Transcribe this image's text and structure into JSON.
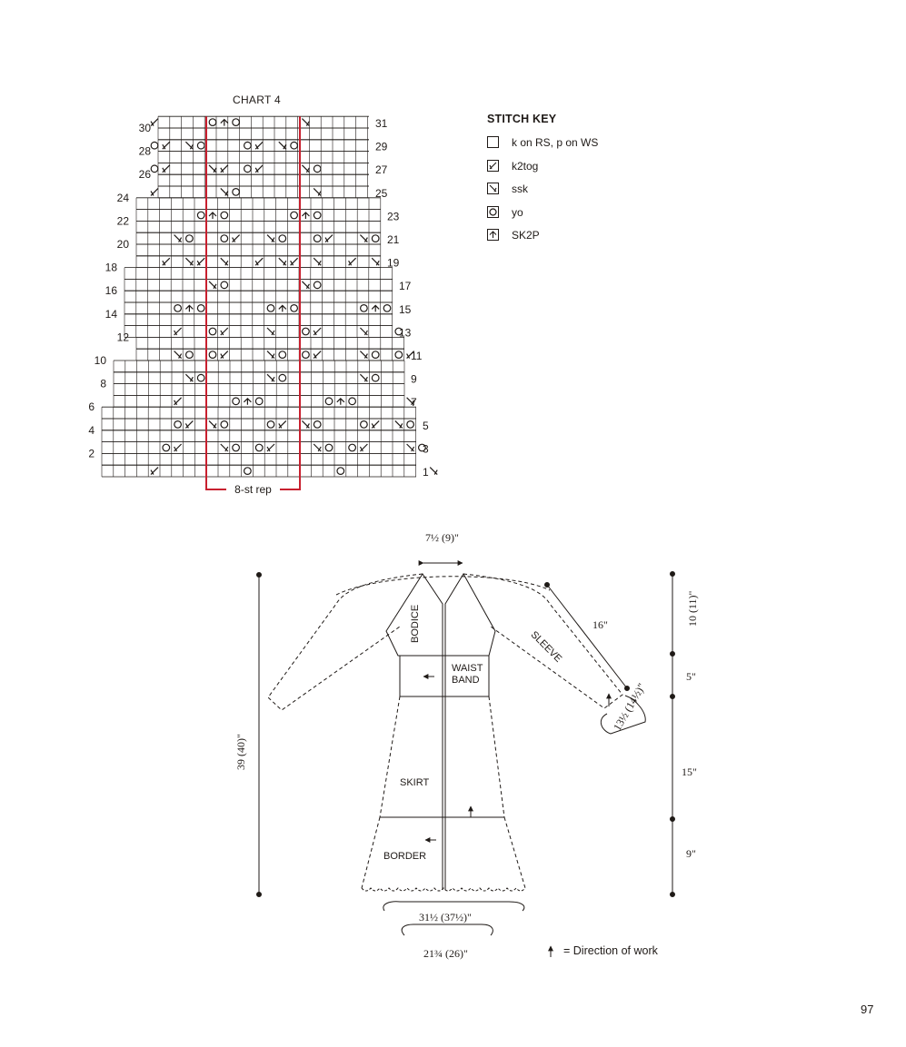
{
  "chart": {
    "title": "CHART 4",
    "repeat_label": "8-st rep",
    "rows": [
      {
        "n": 1,
        "side": "right",
        "cells": "                                    "
      },
      {
        "n": 2,
        "side": "left",
        "cells": "                                    "
      },
      {
        "n": 3,
        "side": "right",
        "cells": "                                    "
      },
      {
        "n": 4,
        "side": "left",
        "cells": "                                    "
      },
      {
        "n": 5,
        "side": "right",
        "cells": "                                    "
      },
      {
        "n": 6,
        "side": "left",
        "cells": "                                    "
      },
      {
        "n": 7,
        "side": "right",
        "cells": "                                    "
      },
      {
        "n": 8,
        "side": "left",
        "cells": "                                    "
      },
      {
        "n": 9,
        "side": "right",
        "cells": "                                    "
      },
      {
        "n": 10,
        "side": "left",
        "cells": "                                    "
      },
      {
        "n": 11,
        "side": "right",
        "cells": "                                    "
      },
      {
        "n": 12,
        "side": "left",
        "cells": "                                    "
      },
      {
        "n": 13,
        "side": "right",
        "cells": "                                    "
      },
      {
        "n": 14,
        "side": "left",
        "cells": "                                    "
      },
      {
        "n": 15,
        "side": "right",
        "cells": "                                    "
      },
      {
        "n": 16,
        "side": "left",
        "cells": "                                    "
      },
      {
        "n": 17,
        "side": "right",
        "cells": "                                    "
      },
      {
        "n": 18,
        "side": "left",
        "cells": "                                    "
      },
      {
        "n": 19,
        "side": "right",
        "cells": "                                    "
      },
      {
        "n": 20,
        "side": "left",
        "cells": "                                    "
      },
      {
        "n": 21,
        "side": "right",
        "cells": "                                    "
      },
      {
        "n": 22,
        "side": "left",
        "cells": "                                    "
      },
      {
        "n": 23,
        "side": "right",
        "cells": "                                    "
      },
      {
        "n": 24,
        "side": "left",
        "cells": "                                    "
      },
      {
        "n": 25,
        "side": "right",
        "cells": "                                    "
      },
      {
        "n": 26,
        "side": "left",
        "cells": "                                    "
      },
      {
        "n": 27,
        "side": "right",
        "cells": "                                    "
      },
      {
        "n": 28,
        "side": "left",
        "cells": "                                    "
      },
      {
        "n": 29,
        "side": "right",
        "cells": "                                    "
      },
      {
        "n": 30,
        "side": "left",
        "cells": "                                    "
      },
      {
        "n": 31,
        "side": "right",
        "cells": "                                    "
      }
    ],
    "symbols": [
      {
        "row": 1,
        "col": 2,
        "s": "k2tog"
      },
      {
        "row": 1,
        "col": 10,
        "s": "yo"
      },
      {
        "row": 1,
        "col": 18,
        "s": "yo"
      },
      {
        "row": 1,
        "col": 26,
        "s": "ssk"
      },
      {
        "row": 3,
        "col": 3,
        "s": "yo"
      },
      {
        "row": 3,
        "col": 4,
        "s": "k2tog"
      },
      {
        "row": 3,
        "col": 8,
        "s": "ssk"
      },
      {
        "row": 3,
        "col": 9,
        "s": "yo"
      },
      {
        "row": 3,
        "col": 11,
        "s": "yo"
      },
      {
        "row": 3,
        "col": 12,
        "s": "k2tog"
      },
      {
        "row": 3,
        "col": 16,
        "s": "ssk"
      },
      {
        "row": 3,
        "col": 17,
        "s": "yo"
      },
      {
        "row": 3,
        "col": 19,
        "s": "yo"
      },
      {
        "row": 3,
        "col": 20,
        "s": "k2tog"
      },
      {
        "row": 3,
        "col": 24,
        "s": "ssk"
      },
      {
        "row": 3,
        "col": 25,
        "s": "yo"
      },
      {
        "row": 5,
        "col": 4,
        "s": "yo"
      },
      {
        "row": 5,
        "col": 5,
        "s": "k2tog"
      },
      {
        "row": 5,
        "col": 7,
        "s": "ssk"
      },
      {
        "row": 5,
        "col": 8,
        "s": "yo"
      },
      {
        "row": 5,
        "col": 12,
        "s": "yo"
      },
      {
        "row": 5,
        "col": 13,
        "s": "k2tog"
      },
      {
        "row": 5,
        "col": 15,
        "s": "ssk"
      },
      {
        "row": 5,
        "col": 16,
        "s": "yo"
      },
      {
        "row": 5,
        "col": 20,
        "s": "yo"
      },
      {
        "row": 5,
        "col": 21,
        "s": "k2tog"
      },
      {
        "row": 5,
        "col": 23,
        "s": "ssk"
      },
      {
        "row": 5,
        "col": 24,
        "s": "yo"
      },
      {
        "row": 7,
        "col": 4,
        "s": "k2tog"
      },
      {
        "row": 7,
        "col": 9,
        "s": "yo"
      },
      {
        "row": 7,
        "col": 10,
        "s": "sk2p"
      },
      {
        "row": 7,
        "col": 11,
        "s": "yo"
      },
      {
        "row": 7,
        "col": 17,
        "s": "yo"
      },
      {
        "row": 7,
        "col": 18,
        "s": "sk2p"
      },
      {
        "row": 7,
        "col": 19,
        "s": "yo"
      },
      {
        "row": 7,
        "col": 24,
        "s": "ssk"
      },
      {
        "row": 9,
        "col": 5,
        "s": "ssk"
      },
      {
        "row": 9,
        "col": 6,
        "s": "yo"
      },
      {
        "row": 9,
        "col": 12,
        "s": "ssk"
      },
      {
        "row": 9,
        "col": 13,
        "s": "yo"
      },
      {
        "row": 9,
        "col": 20,
        "s": "ssk"
      },
      {
        "row": 9,
        "col": 21,
        "s": "yo"
      },
      {
        "row": 11,
        "col": 4,
        "s": "ssk"
      },
      {
        "row": 11,
        "col": 5,
        "s": "yo"
      },
      {
        "row": 11,
        "col": 7,
        "s": "yo"
      },
      {
        "row": 11,
        "col": 8,
        "s": "k2tog"
      },
      {
        "row": 11,
        "col": 12,
        "s": "ssk"
      },
      {
        "row": 11,
        "col": 13,
        "s": "yo"
      },
      {
        "row": 11,
        "col": 15,
        "s": "yo"
      },
      {
        "row": 11,
        "col": 16,
        "s": "k2tog"
      },
      {
        "row": 11,
        "col": 20,
        "s": "ssk"
      },
      {
        "row": 11,
        "col": 21,
        "s": "yo"
      },
      {
        "row": 11,
        "col": 23,
        "s": "yo"
      },
      {
        "row": 11,
        "col": 24,
        "s": "k2tog"
      },
      {
        "row": 13,
        "col": 4,
        "s": "k2tog"
      },
      {
        "row": 13,
        "col": 7,
        "s": "yo"
      },
      {
        "row": 13,
        "col": 8,
        "s": "k2tog"
      },
      {
        "row": 13,
        "col": 12,
        "s": "ssk"
      },
      {
        "row": 13,
        "col": 15,
        "s": "yo"
      },
      {
        "row": 13,
        "col": 16,
        "s": "k2tog"
      },
      {
        "row": 13,
        "col": 20,
        "s": "ssk"
      },
      {
        "row": 13,
        "col": 23,
        "s": "yo"
      },
      {
        "row": 15,
        "col": 4,
        "s": "yo"
      },
      {
        "row": 15,
        "col": 5,
        "s": "sk2p"
      },
      {
        "row": 15,
        "col": 6,
        "s": "yo"
      },
      {
        "row": 15,
        "col": 12,
        "s": "yo"
      },
      {
        "row": 15,
        "col": 13,
        "s": "sk2p"
      },
      {
        "row": 15,
        "col": 14,
        "s": "yo"
      },
      {
        "row": 15,
        "col": 20,
        "s": "yo"
      },
      {
        "row": 15,
        "col": 21,
        "s": "sk2p"
      },
      {
        "row": 15,
        "col": 22,
        "s": "yo"
      },
      {
        "row": 17,
        "col": 7,
        "s": "ssk"
      },
      {
        "row": 17,
        "col": 8,
        "s": "yo"
      },
      {
        "row": 17,
        "col": 15,
        "s": "ssk"
      },
      {
        "row": 17,
        "col": 16,
        "s": "yo"
      },
      {
        "row": 19,
        "col": 3,
        "s": "k2tog"
      },
      {
        "row": 19,
        "col": 5,
        "s": "ssk"
      },
      {
        "row": 19,
        "col": 6,
        "s": "k2tog"
      },
      {
        "row": 19,
        "col": 8,
        "s": "ssk"
      },
      {
        "row": 19,
        "col": 11,
        "s": "k2tog"
      },
      {
        "row": 19,
        "col": 13,
        "s": "ssk"
      },
      {
        "row": 19,
        "col": 14,
        "s": "k2tog"
      },
      {
        "row": 19,
        "col": 16,
        "s": "ssk"
      },
      {
        "row": 19,
        "col": 19,
        "s": "k2tog"
      },
      {
        "row": 19,
        "col": 21,
        "s": "ssk"
      },
      {
        "row": 21,
        "col": 4,
        "s": "ssk"
      },
      {
        "row": 21,
        "col": 5,
        "s": "yo"
      },
      {
        "row": 21,
        "col": 8,
        "s": "yo"
      },
      {
        "row": 21,
        "col": 9,
        "s": "k2tog"
      },
      {
        "row": 21,
        "col": 12,
        "s": "ssk"
      },
      {
        "row": 21,
        "col": 13,
        "s": "yo"
      },
      {
        "row": 21,
        "col": 16,
        "s": "yo"
      },
      {
        "row": 21,
        "col": 17,
        "s": "k2tog"
      },
      {
        "row": 21,
        "col": 20,
        "s": "ssk"
      },
      {
        "row": 21,
        "col": 21,
        "s": "yo"
      },
      {
        "row": 23,
        "col": 6,
        "s": "yo"
      },
      {
        "row": 23,
        "col": 7,
        "s": "sk2p"
      },
      {
        "row": 23,
        "col": 8,
        "s": "yo"
      },
      {
        "row": 23,
        "col": 14,
        "s": "yo"
      },
      {
        "row": 23,
        "col": 15,
        "s": "sk2p"
      },
      {
        "row": 23,
        "col": 16,
        "s": "yo"
      },
      {
        "row": 25,
        "col": 2,
        "s": "k2tog"
      },
      {
        "row": 25,
        "col": 8,
        "s": "ssk"
      },
      {
        "row": 25,
        "col": 9,
        "s": "yo"
      },
      {
        "row": 25,
        "col": 16,
        "s": "ssk"
      },
      {
        "row": 27,
        "col": 2,
        "s": "yo"
      },
      {
        "row": 27,
        "col": 3,
        "s": "k2tog"
      },
      {
        "row": 27,
        "col": 7,
        "s": "ssk"
      },
      {
        "row": 27,
        "col": 8,
        "s": "k2tog"
      },
      {
        "row": 27,
        "col": 10,
        "s": "yo"
      },
      {
        "row": 27,
        "col": 11,
        "s": "k2tog"
      },
      {
        "row": 27,
        "col": 15,
        "s": "ssk"
      },
      {
        "row": 27,
        "col": 16,
        "s": "yo"
      },
      {
        "row": 29,
        "col": 2,
        "s": "yo"
      },
      {
        "row": 29,
        "col": 3,
        "s": "k2tog"
      },
      {
        "row": 29,
        "col": 5,
        "s": "ssk"
      },
      {
        "row": 29,
        "col": 6,
        "s": "yo"
      },
      {
        "row": 29,
        "col": 10,
        "s": "yo"
      },
      {
        "row": 29,
        "col": 11,
        "s": "k2tog"
      },
      {
        "row": 29,
        "col": 13,
        "s": "ssk"
      },
      {
        "row": 29,
        "col": 14,
        "s": "yo"
      },
      {
        "row": 31,
        "col": 2,
        "s": "k2tog"
      },
      {
        "row": 31,
        "col": 7,
        "s": "yo"
      },
      {
        "row": 31,
        "col": 8,
        "s": "sk2p"
      },
      {
        "row": 31,
        "col": 9,
        "s": "yo"
      },
      {
        "row": 31,
        "col": 15,
        "s": "ssk"
      }
    ]
  },
  "stitch_key": {
    "title": "STITCH KEY",
    "items": [
      {
        "symbol": "knit",
        "label": "k on RS, p on WS"
      },
      {
        "symbol": "k2tog",
        "label": "k2tog"
      },
      {
        "symbol": "ssk",
        "label": "ssk"
      },
      {
        "symbol": "yo",
        "label": "yo"
      },
      {
        "symbol": "sk2p",
        "label": "SK2P"
      }
    ]
  },
  "schematic": {
    "neck_width": "7½ (9)\"",
    "sleeve_length": "16\"",
    "cuff_width": "13½ (14½)\"",
    "total_length": "39 (40)\"",
    "bodice_height": "10 (11)\"",
    "waistband_height": "5\"",
    "skirt_height": "15\"",
    "border_height": "9\"",
    "hem_width": "31½ (37½)\"",
    "lower_width": "21¾ (26)\"",
    "pieces": {
      "bodice": "BODICE",
      "sleeve": "SLEEVE",
      "waistband_1": "WAIST",
      "waistband_2": "BAND",
      "skirt": "SKIRT",
      "border": "BORDER"
    },
    "legend": "= Direction of work"
  },
  "page_number": "97",
  "colors": {
    "ink": "#1f1a17",
    "repeat_line": "#c8202f"
  }
}
